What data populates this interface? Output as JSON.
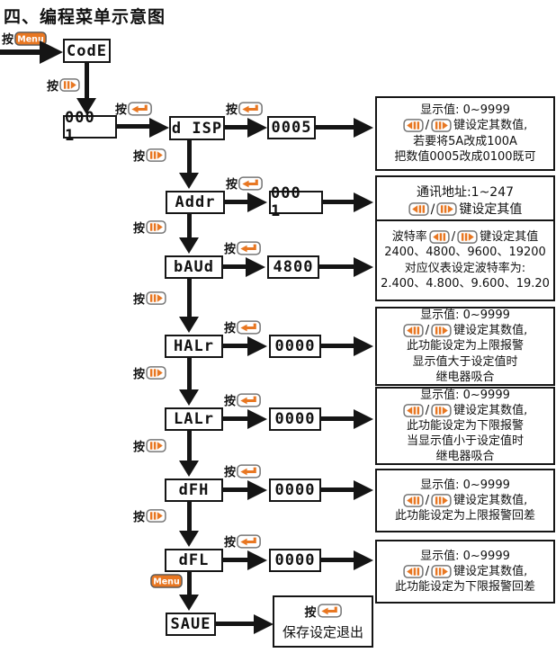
{
  "title": "四、编程菜单示意图",
  "labels": {
    "press": "按",
    "menu_key": "Menu",
    "key_separator": "/"
  },
  "colors": {
    "accent": "#E87722",
    "line": "#151515"
  },
  "flow": {
    "code_display": "CodE",
    "entry_display": "000 1",
    "rows": [
      {
        "menu": "d ISP",
        "value": "0005",
        "note": {
          "line1": "显示值: 0~9999",
          "keys_suffix": "键设定其数值,",
          "extra": [
            "若要将5A改成100A",
            "把数值0005改成0100既可"
          ]
        }
      },
      {
        "menu": "Addr",
        "value": "000 1",
        "note": {
          "line1": "通讯地址:1~247",
          "keys_suffix": "键设定其值",
          "extra": []
        }
      },
      {
        "menu": "bAUd",
        "value": "4800",
        "note": {
          "keys_prefix": "波特率",
          "keys_suffix": "键设定其值",
          "extra": [
            "2400、4800、9600、19200",
            "对应仪表设定波特率为:",
            "2.400、4.800、9.600、19.20"
          ]
        }
      },
      {
        "menu": "HALr",
        "value": "0000",
        "note": {
          "line1": "显示值: 0~9999",
          "keys_suffix": "键设定其数值,",
          "extra": [
            "此功能设定为上限报警",
            "显示值大于设定值时",
            "继电器吸合"
          ]
        }
      },
      {
        "menu": "LALr",
        "value": "0000",
        "note": {
          "line1": "显示值: 0~9999",
          "keys_suffix": "键设定其数值,",
          "extra": [
            "此功能设定为下限报警",
            "当显示值小于设定值时",
            "继电器吸合"
          ]
        }
      },
      {
        "menu": "dFH",
        "value": "0000",
        "note": {
          "line1": "显示值: 0~9999",
          "keys_suffix": "键设定其数值,",
          "extra": [
            "此功能设定为上限报警回差"
          ]
        }
      },
      {
        "menu": "dFL",
        "value": "0000",
        "note": {
          "line1": "显示值: 0~9999",
          "keys_suffix": "键设定其数值,",
          "extra": [
            "此功能设定为下限报警回差"
          ]
        }
      }
    ],
    "save": {
      "display": "SAUE",
      "note_line": "保存设定退出"
    }
  }
}
